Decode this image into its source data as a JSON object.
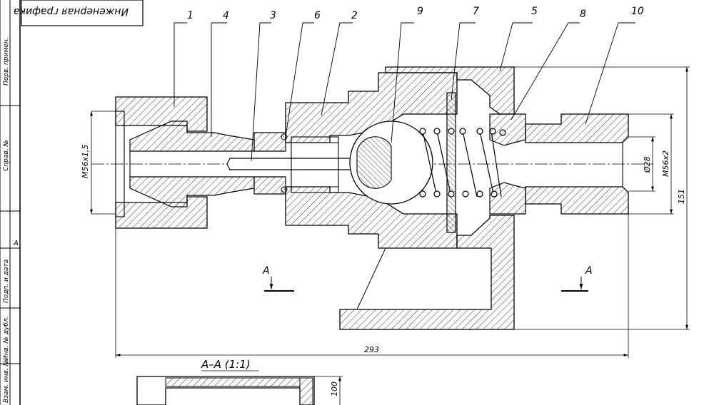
{
  "title_block": {
    "stamp": "Инженерная графика"
  },
  "side_strip": {
    "cells": [
      "Перв. примен.",
      "Справ. №",
      "Подп. и дата",
      "Инв. № дубл.",
      "Взам. инв. №"
    ],
    "letter": "A"
  },
  "callouts": [
    "1",
    "4",
    "3",
    "6",
    "2",
    "9",
    "7",
    "5",
    "8",
    "10"
  ],
  "dimensions": {
    "left_thread": "M56x1,5",
    "bore": "Ø28",
    "right_thread": "M56x2",
    "height": "151",
    "length": "293",
    "section_height": "100"
  },
  "section": {
    "marker_left": "A",
    "marker_right": "A",
    "title": "A–A (1:1)"
  }
}
